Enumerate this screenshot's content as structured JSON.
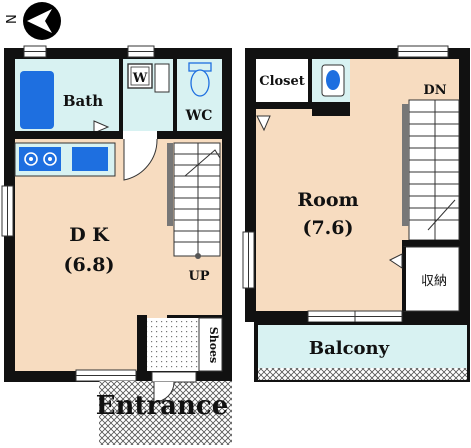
{
  "compass": {
    "north_label": "N",
    "icon": "north-arrow-icon"
  },
  "ground_floor": {
    "bath": "Bath",
    "washer_symbol": "W",
    "wc": "WC",
    "dk_name": "D K",
    "dk_size": "(6.8)",
    "stairs_up": "UP",
    "shoes": "Shoes",
    "entrance": "Entrance"
  },
  "upper_floor": {
    "closet": "Closet",
    "stairs_down": "DN",
    "room_name": "Room",
    "room_size": "(7.6)",
    "storage": "収納",
    "balcony": "Balcony"
  },
  "colors": {
    "wall": "#111111",
    "floor": "#f7dcc0",
    "wet_area": "#d8f2f2",
    "fixture_blue": "#1e6fe0",
    "stairs": "#ffffff"
  }
}
